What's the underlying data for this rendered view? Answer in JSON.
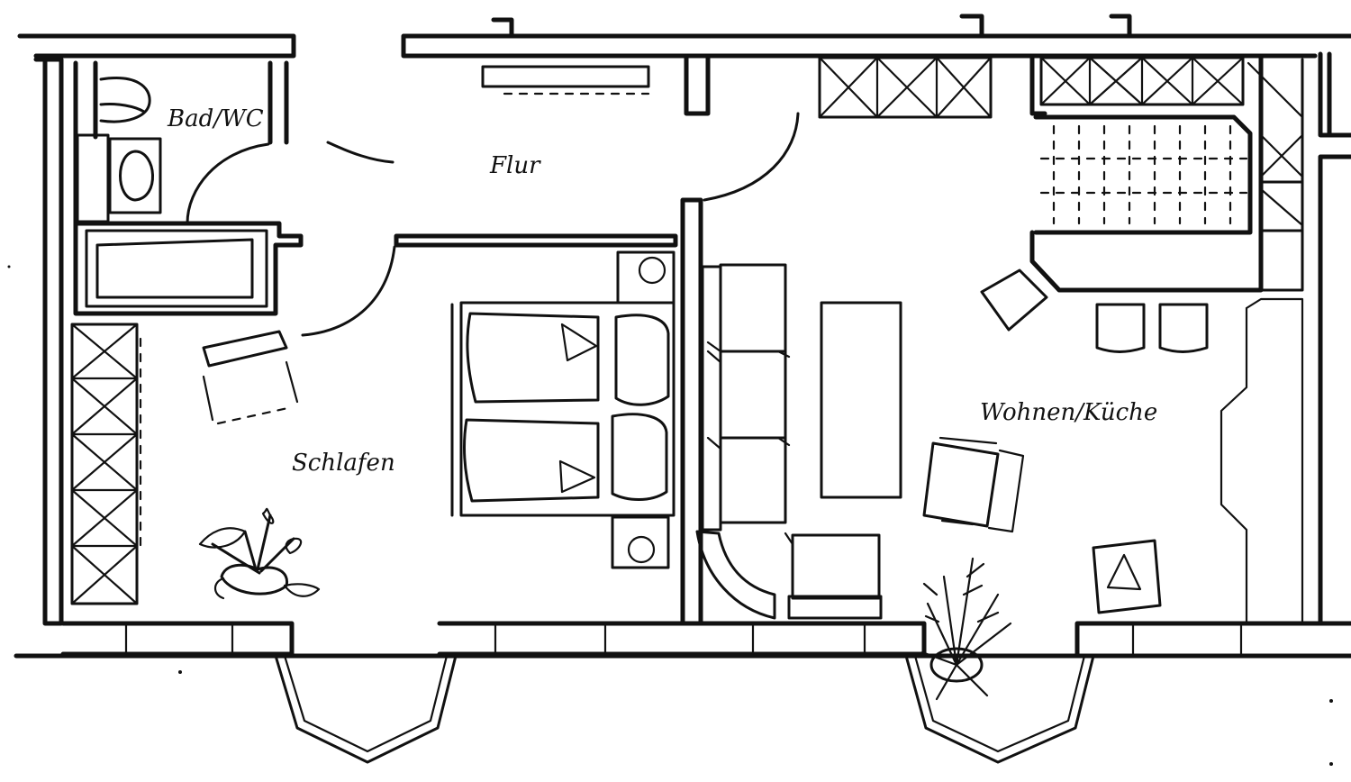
{
  "rooms": {
    "bath": "Bad/WC",
    "hall": "Flur",
    "bedroom": "Schlafen",
    "living": "Wohnen/Küche"
  },
  "colors": {
    "ink": "#111111",
    "paper": "#ffffff"
  }
}
